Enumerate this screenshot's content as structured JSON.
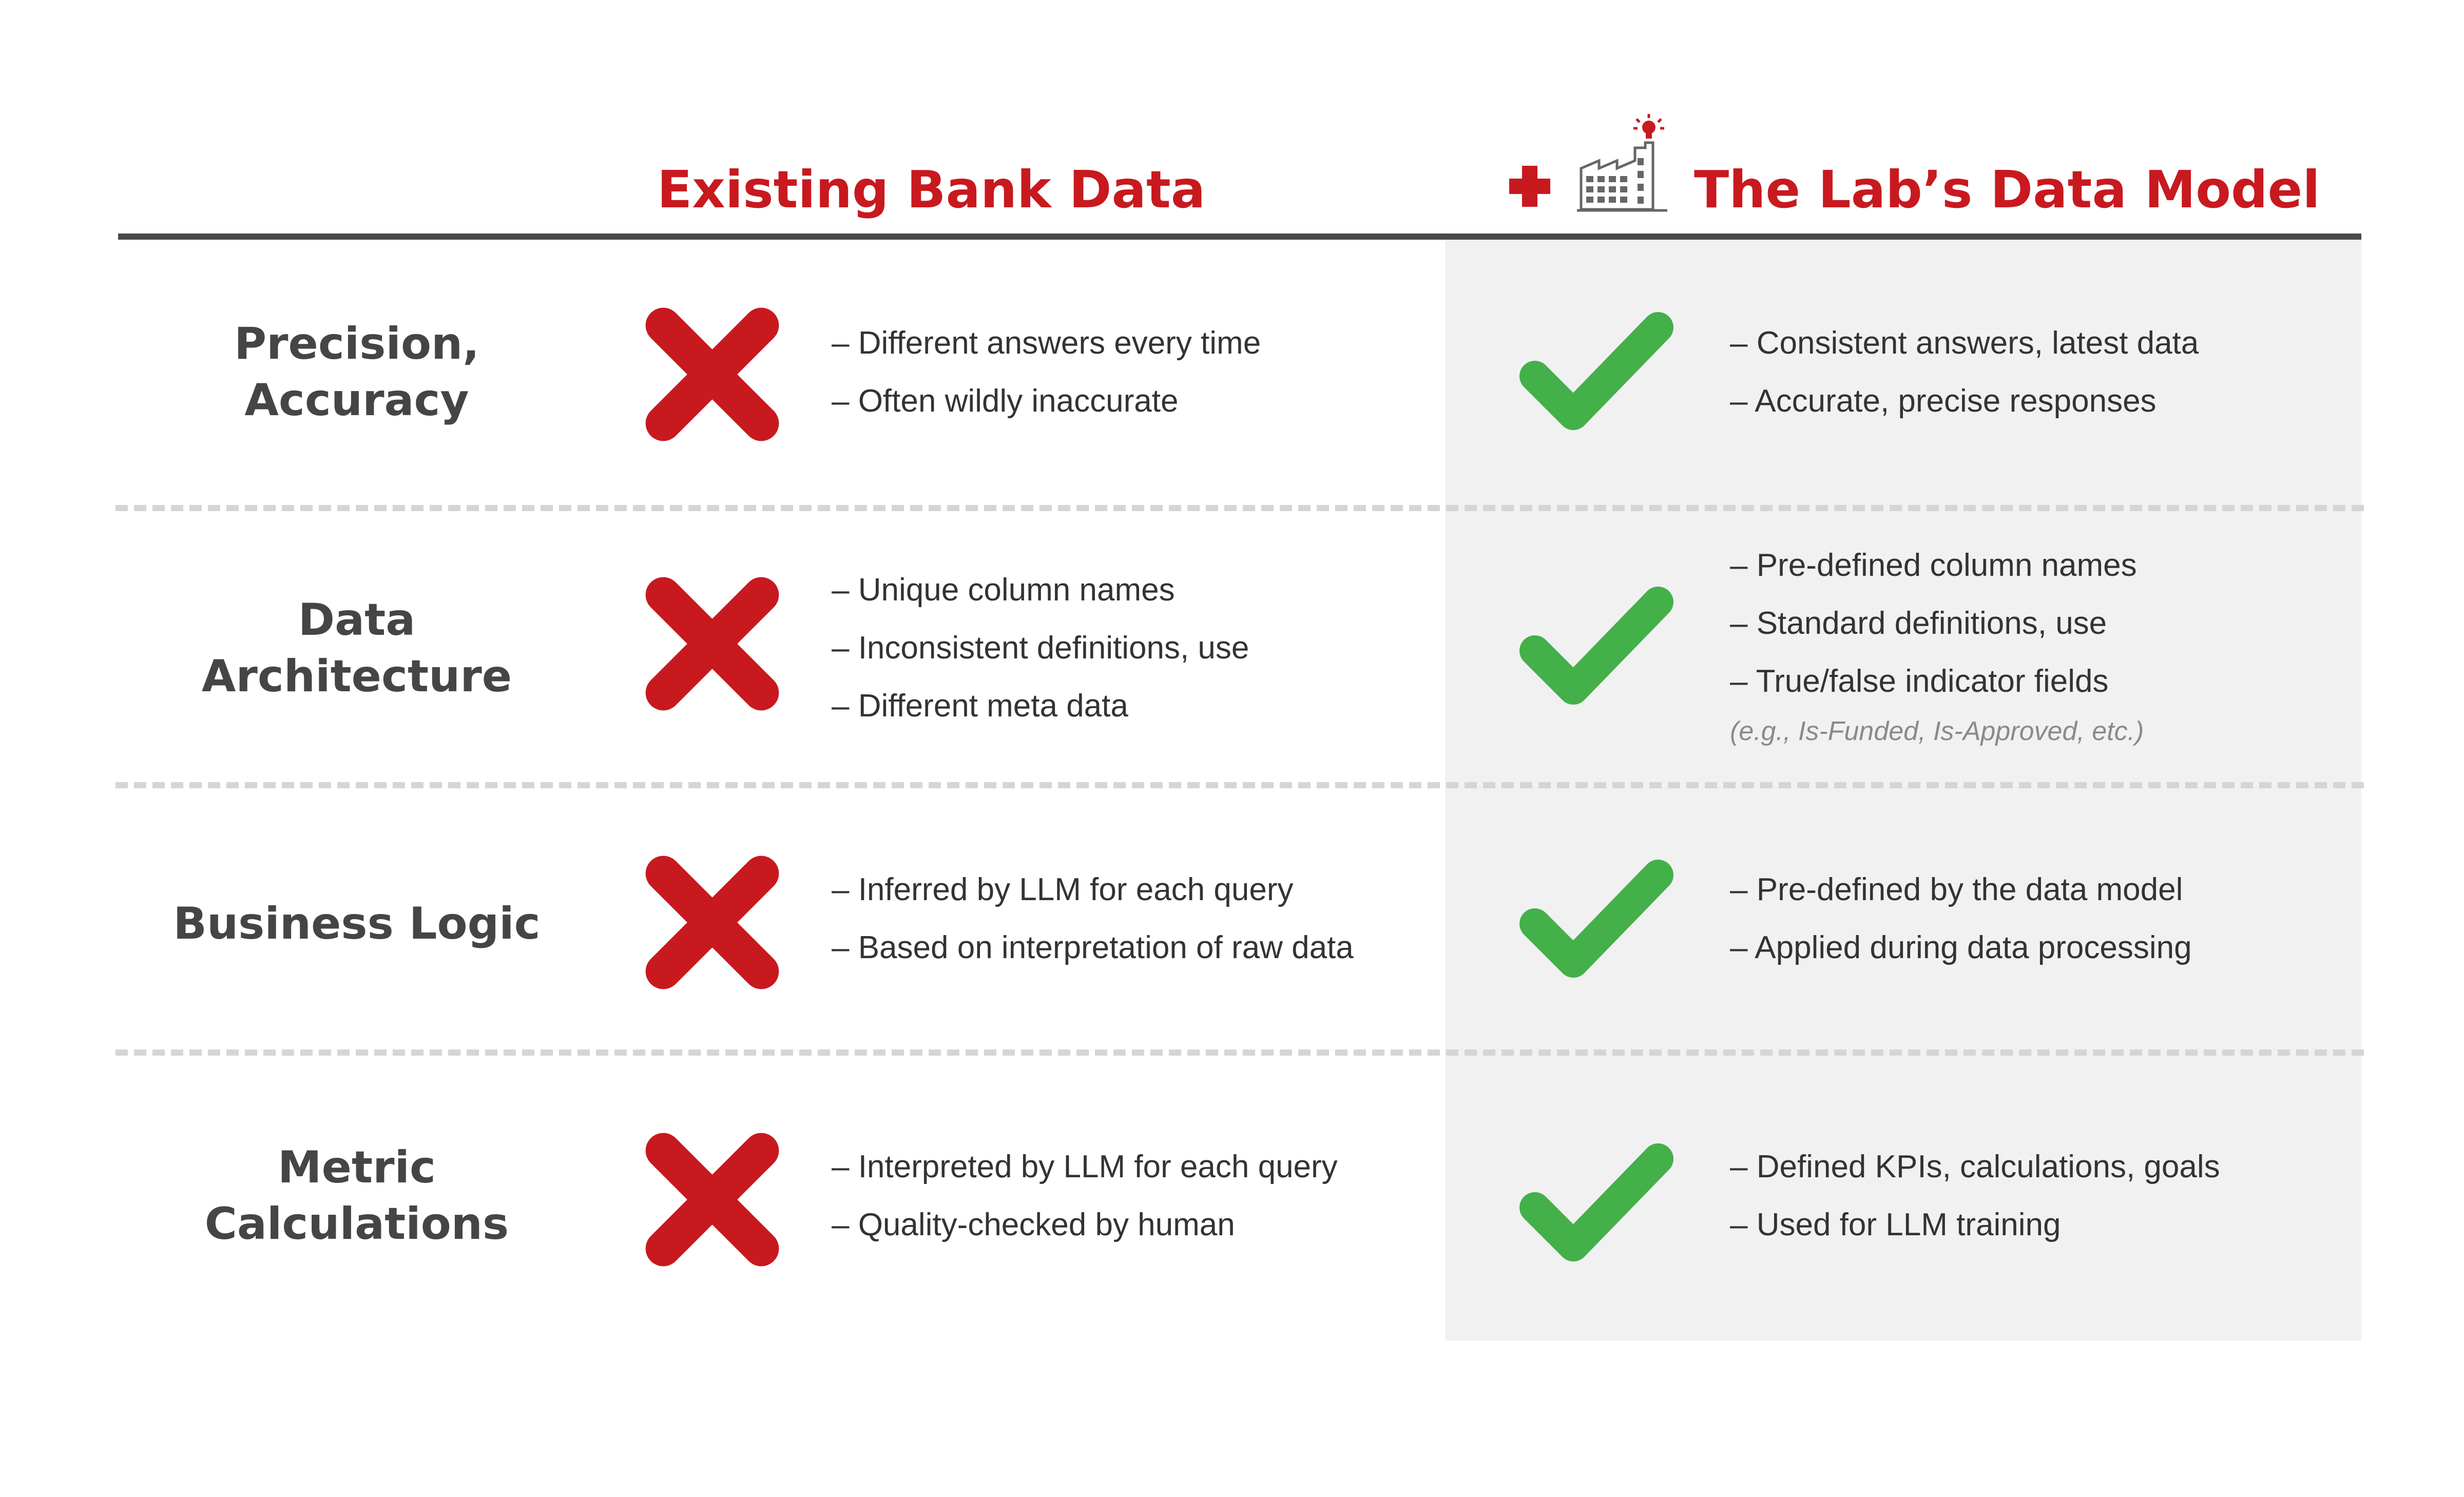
{
  "header": {
    "left_title": "Existing Bank Data",
    "right_title": "The Lab’s Data Model",
    "plus_icon": "plus-icon",
    "factory_icon": "factory-lightbulb-icon",
    "accent_color": "#c8191f"
  },
  "colors": {
    "cross": "#c8191f",
    "check": "#44b04a",
    "panel": "#f1f1f1",
    "divider": "#d5d5d5"
  },
  "rows": [
    {
      "label_lines": [
        "Precision,",
        "Accuracy"
      ],
      "existing": [
        "– Different answers every time",
        "– Often wildly inaccurate"
      ],
      "model": [
        "– Consistent answers, latest data",
        "– Accurate, precise responses"
      ],
      "note": ""
    },
    {
      "label_lines": [
        "Data",
        "Architecture"
      ],
      "existing": [
        "– Unique column names",
        "– Inconsistent definitions, use",
        "– Different meta data"
      ],
      "model": [
        "– Pre-defined column names",
        "– Standard definitions, use",
        "– True/false indicator fields"
      ],
      "note": "(e.g., Is-Funded, Is-Approved, etc.)"
    },
    {
      "label_lines": [
        "Business Logic"
      ],
      "existing": [
        "– Inferred by LLM for each query",
        "– Based on interpretation of raw data"
      ],
      "model": [
        "– Pre-defined by the data model",
        "– Applied during data processing"
      ],
      "note": ""
    },
    {
      "label_lines": [
        "Metric",
        "Calculations"
      ],
      "existing": [
        "– Interpreted by LLM for each query",
        "– Quality-checked by human"
      ],
      "model": [
        "– Defined KPIs, calculations, goals",
        "– Used for LLM training"
      ],
      "note": ""
    }
  ]
}
